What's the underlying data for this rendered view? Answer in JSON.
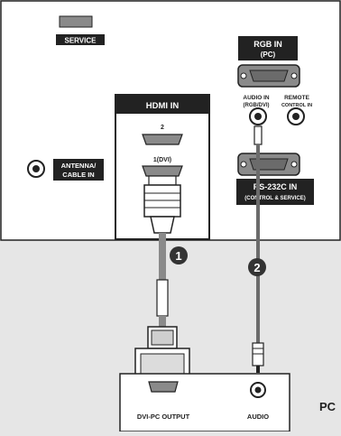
{
  "panel": {
    "service_label": "SERVICE",
    "rgb_in_line1": "RGB IN",
    "rgb_in_line2": "(PC)",
    "audio_in_line1": "AUDIO IN",
    "audio_in_line2": "(RGB/DVI)",
    "remote_line1": "REMOTE",
    "remote_line2": "CONTROL IN",
    "hdmi_in_label": "HDMI IN",
    "hdmi_port2_label": "2",
    "hdmi_port1_label": "1(DVI)",
    "antenna_line1": "ANTENNA/",
    "antenna_line2": "CABLE IN",
    "rs232_line1": "RS-232C IN",
    "rs232_line2": "(CONTROL & SERVICE)"
  },
  "steps": {
    "step1": "1",
    "step2": "2"
  },
  "pc": {
    "dvi_output_label": "DVI-PC OUTPUT",
    "audio_label": "AUDIO",
    "pc_label": "PC"
  },
  "colors": {
    "panel_fill": "#ffffff",
    "background": "#e6e6e6",
    "port_fill": "#8a8a8a",
    "cable_fill": "#6b6b6b",
    "dark": "#222222"
  }
}
